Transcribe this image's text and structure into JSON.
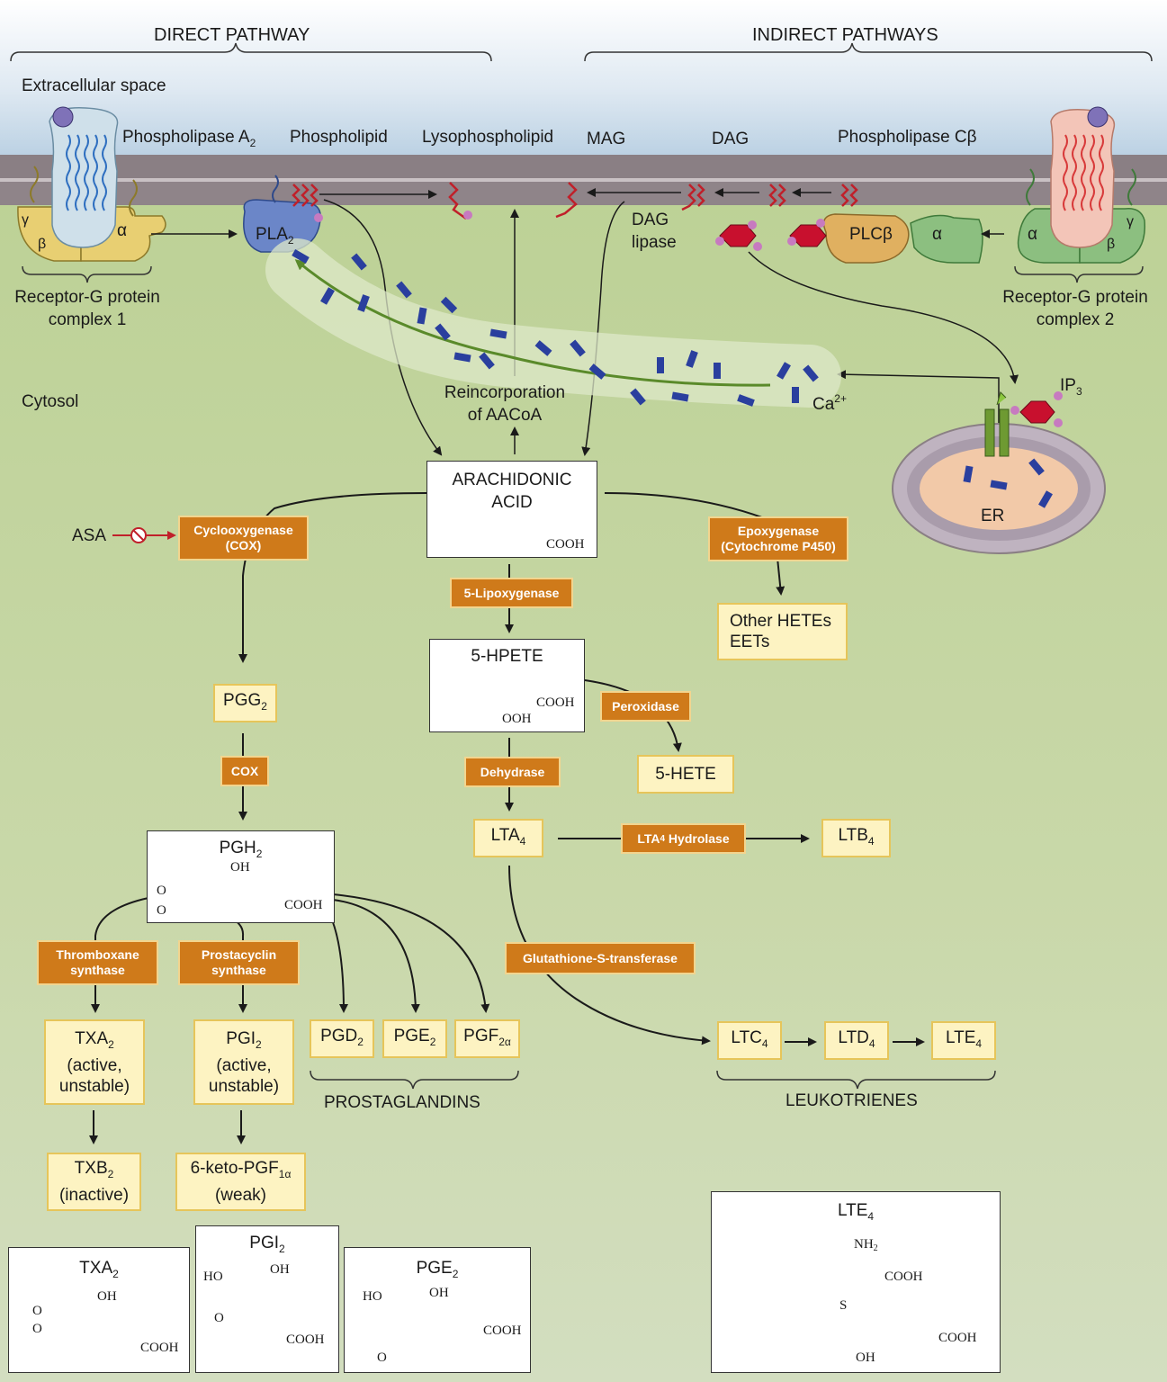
{
  "header": {
    "direct": "DIRECT PATHWAY",
    "indirect": "INDIRECT PATHWAYS"
  },
  "membrane": {
    "extracellular": "Extracellular space",
    "cytosol": "Cytosol",
    "pla2_label": "Phospholipase A",
    "pla2_label_sub": "2",
    "phospholipid": "Phospholipid",
    "lysophospholipid": "Lysophospholipid",
    "mag": "MAG",
    "dag": "DAG",
    "plc_label": "Phospholipase Cβ",
    "dag_lipase_1": "DAG",
    "dag_lipase_2": "lipase",
    "pla2_box": "PLA",
    "pla2_box_sub": "2",
    "plcb_box": "PLCβ",
    "alpha": "α",
    "beta": "β",
    "gamma": "γ",
    "receptor1_line1": "Receptor-G protein",
    "receptor1_line2": "complex 1",
    "receptor2_line1": "Receptor-G protein",
    "receptor2_line2": "complex 2",
    "ca": "Ca",
    "ca_sup": "2+",
    "ip3": "IP",
    "ip3_sub": "3",
    "er": "ER",
    "reinc_1": "Reincorporation",
    "reinc_2": "of AACoA",
    "asa": "ASA"
  },
  "compounds": {
    "aa_1": "ARACHIDONIC",
    "aa_2": "ACID",
    "hpete": "5-HPETE",
    "pgh2": "PGH",
    "pgh2_sub": "2",
    "pgg2": "PGG",
    "pgg2_sub": "2",
    "other_hetes": "Other HETEs",
    "eets": "EETs",
    "hete5": "5-HETE",
    "lta4": "LTA",
    "lta4_sub": "4",
    "ltb4": "LTB",
    "ltb4_sub": "4",
    "txa2": "TXA",
    "txa2_sub": "2",
    "txa2_l2": "(active,",
    "txa2_l3": "unstable)",
    "pgi2": "PGI",
    "pgi2_sub": "2",
    "pgi2_l2": "(active,",
    "pgi2_l3": "unstable)",
    "pgd2": "PGD",
    "pgd2_sub": "2",
    "pge2": "PGE",
    "pge2_sub": "2",
    "pgf2a": "PGF",
    "pgf2a_sub": "2α",
    "txb2": "TXB",
    "txb2_sub": "2",
    "txb2_l2": "(inactive)",
    "keto_1": "6-keto-PGF",
    "keto_1_sub": "1α",
    "keto_2": "(weak)",
    "ltc4": "LTC",
    "ltc4_sub": "4",
    "ltd4": "LTD",
    "ltd4_sub": "4",
    "lte4": "LTE",
    "lte4_sub": "4",
    "prostaglandins": "PROSTAGLANDINS",
    "leukotrienes": "LEUKOTRIENES"
  },
  "enzymes": {
    "cox_1": "Cyclooxygenase",
    "cox_2": "(COX)",
    "lox": "5-Lipoxygenase",
    "epox_1": "Epoxygenase",
    "epox_2": "(Cytochrome P450)",
    "peroxidase": "Peroxidase",
    "dehydrase": "Dehydrase",
    "cox": "COX",
    "lta4h": "LTA",
    "lta4h_sub": "4",
    "lta4h_rest": " Hydrolase",
    "gst": "Glutathione-S-transferase",
    "txs_1": "Thromboxane",
    "txs_2": "synthase",
    "pgis_1": "Prostacyclin",
    "pgis_2": "synthase"
  },
  "structures": {
    "cooh": "COOH",
    "ooh": "OOH",
    "oh": "OH",
    "ho": "HO",
    "nh2": "NH",
    "nh2_sub": "2",
    "s": "S",
    "o": "O",
    "txa2_title": "TXA",
    "txa2_title_sub": "2",
    "pgi2_title": "PGI",
    "pgi2_title_sub": "2",
    "pge2_title": "PGE",
    "pge2_title_sub": "2",
    "lte4_title": "LTE",
    "lte4_title_sub": "4"
  },
  "colors": {
    "membrane": "#8a7f84",
    "cytosol": "#c6d6a4",
    "enzyme": "#cf7a1a",
    "product": "#fdf3c2",
    "calcium": "#2a3f9e",
    "ca_channel": "#6e9a32"
  }
}
